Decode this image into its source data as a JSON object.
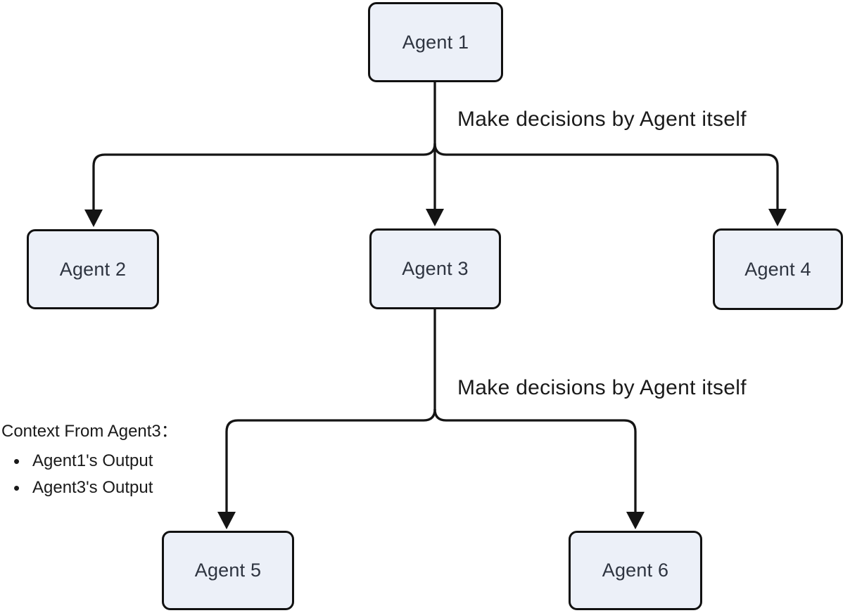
{
  "diagram": {
    "nodes": [
      {
        "id": "agent1",
        "label": "Agent 1"
      },
      {
        "id": "agent2",
        "label": "Agent 2"
      },
      {
        "id": "agent3",
        "label": "Agent 3"
      },
      {
        "id": "agent4",
        "label": "Agent 4"
      },
      {
        "id": "agent5",
        "label": "Agent 5"
      },
      {
        "id": "agent6",
        "label": "Agent 6"
      }
    ],
    "edge_labels": [
      {
        "id": "decision-1",
        "text": "Make decisions by Agent itself"
      },
      {
        "id": "decision-2",
        "text": "Make decisions by Agent itself"
      }
    ],
    "annotation": {
      "title": "Context From Agent3：",
      "items": [
        "Agent1's Output",
        "Agent3's Output"
      ]
    },
    "colors": {
      "node_fill": "#ECF0F8",
      "node_border": "#111111",
      "node_text": "#2E3440",
      "line": "#141414",
      "text": "#1A1A1A",
      "background": "#FFFFFF"
    }
  }
}
